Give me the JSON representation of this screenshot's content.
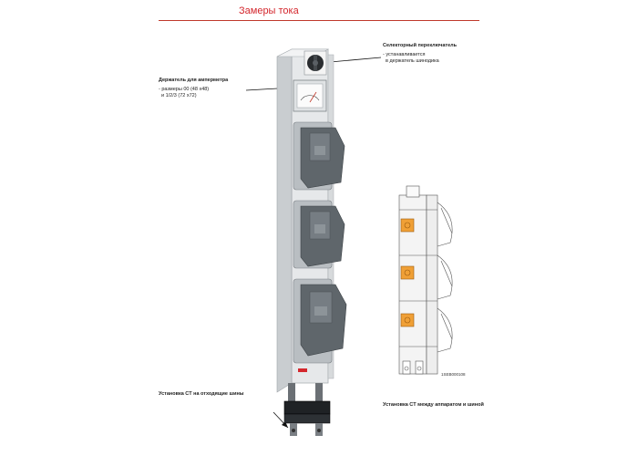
{
  "header": {
    "title": "Замеры тока"
  },
  "callouts": {
    "selector": {
      "title": "Селекторный переключатель",
      "line1": "- устанавливается",
      "line2": "в держатель шинодика"
    },
    "ammeter": {
      "title": "Держатель для амперметра",
      "line1": "- размеры 00 (48 х48)",
      "line2": "и 1/2/3 (72 х72)"
    },
    "ct_outgoing": {
      "title": "Установка CT на отходящие шины"
    },
    "ct_between": {
      "title": "Установка CT между аппаратом и шиной"
    }
  },
  "drawing_code": "1SEB000108",
  "colors": {
    "accent": "#d4272d",
    "rule": "#c0392b",
    "fuse_cover": "#5f666b",
    "orange_ct": "#f0a036"
  }
}
